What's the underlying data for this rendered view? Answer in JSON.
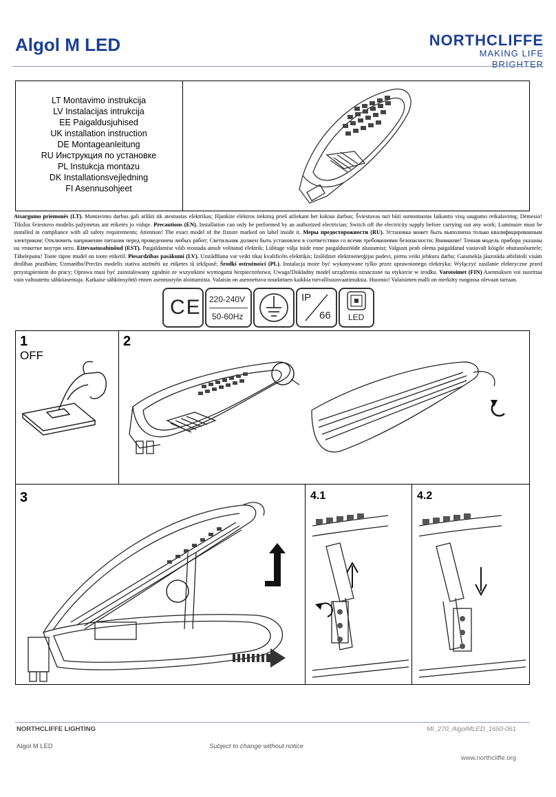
{
  "header": {
    "title": "Algol M LED",
    "brand_name": "NORTHCLIFFE",
    "brand_tagline": "MAKING LIFE BRIGHTER"
  },
  "languages": [
    "LT Montavimo instrukcija",
    "LV Instalacijas intrukcija",
    "EE Paigaldusjuhised",
    "UK installation instruction",
    "DE Montageanleitung",
    "RU Инструкция по установке",
    "PL Instukcja montazu",
    "DK Installationsvejledning",
    "FI Asennusohjeet"
  ],
  "precautions": [
    {
      "label": "Atsargumo priemonės (LT).",
      "text": " Montavimo darbus gali atlikti tik atestuotas elektrikas; Išjunkite elektros tiekimą prieš atliekant bet kokius darbus; Šviestuvas turi būti sumontuotas laikantis visų saugumo reikalavimų; Dėmesio! Tikslus šviestuvo modelis pažymėtas ant etiketės jo viduje. "
    },
    {
      "label": "Precautions (EN).",
      "text": " Installation can only be performed by an authorized electrician; Switch off the electricity supply before carrying out any work; Luminaire must be installed in compliance with all safety requirements; Attention! The exact model of the fixture marked on label inside it. "
    },
    {
      "label": "Меры предосторожности (RU).",
      "text": " Установка может быть выполнена только квалифицированным электриком; Отключить напряжение питания перед проведением любых работ; Светильник должен быть установлен в соответствии со всеми требованиями безопасности; Внимание! Точная модель прибора указаны на этикетке внутри него. "
    },
    {
      "label": "Ettevaatusabinõud (EST).",
      "text": " Paigaldamise võib teostada ainult volitatud elektrik; Lülitage välja toide enne paigaldustööde alustamist; Valgusti peab olema paigaldatud vastavalt kõigile ohutusnõuetele; Tähelepanu! Toote täpne mudel on toote etiketil. "
    },
    {
      "label": "Piesardzības pasākumi (LV).",
      "text": " Uzstādīšanu var veikt tikai kvalificēts elektriķis; Izslēdziet elektroenerģijas padevi, pirms veikt jebkuru darbu; Gaismekļa jāuzstāda atbilstoši visām drošības prasībām; Uzmanību!Precīzs modelis stativa atzīmēti uz etiķetes tā iekšpusē; "
    },
    {
      "label": "Środki ostrożności (PL).",
      "text": " Instalacja może być wykonywane tylko przez uprawnionego elektryka; Wyłączyć zasilanie elektryczne przed przystąpieniem do pracy; Oprawa musi być zainstalowany zgodnie ze wszystkimi wymogami bezpieczeństwa; Uwaga!Dokładny model urządzenia oznaczone na etykiecie w środku. "
    },
    {
      "label": "Varotoimet (FIN)",
      "text": " Asennuksen voi suorittaa vain valtuutettu sähköasentaja. Katkaise sähkönsyöttö ennen asennustyön aloittamista. Valaisin on asennettava noudattaen kaikkia turvallisuusvaatimuksia. Huomio! Valaisimen malli on merkitty rungossa olevaan tarraan."
    }
  ],
  "certifications": {
    "ce": "CE",
    "voltage": "220-240V",
    "frequency": "50-60Hz",
    "ip_prefix": "IP",
    "ip_rating": "66",
    "led": "LED",
    "icons": [
      "ce-mark-icon",
      "ground-icon",
      "ip-rating-icon",
      "led-chip-icon"
    ]
  },
  "steps": {
    "s1": "1",
    "s1_label": "OFF",
    "s2": "2",
    "s3": "3",
    "s41": "4.1",
    "s42": "4.2"
  },
  "footer": {
    "company": "NORTHCLIFFE LIGHTING",
    "doc_id": "MI_270_AlgolMLED_1650-061",
    "product": "Algol M LED",
    "notice": "Subject to change without notice",
    "website": "www.northcliffe.org"
  },
  "colors": {
    "brand": "#1b3f95",
    "rule": "#8a99c5"
  }
}
